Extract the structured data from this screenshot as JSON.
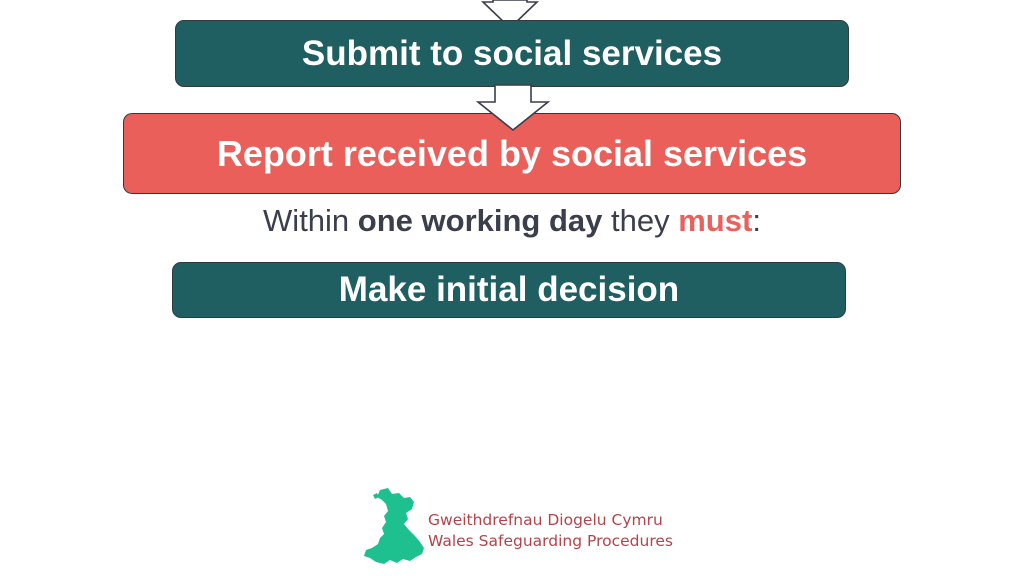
{
  "flow": {
    "steps": [
      {
        "label": "Submit to social services",
        "color": "#1f5f61"
      },
      {
        "label": "Report received by social services",
        "color": "#eb5f5a"
      },
      {
        "label": "Make initial decision",
        "color": "#1f5f61"
      }
    ],
    "note": {
      "prefix": "Within ",
      "emphasis": "one working day",
      "middle": " they ",
      "must": "must",
      "suffix": ":"
    }
  },
  "logo": {
    "line1": "Gweithdrefnau Diogelu Cymru",
    "line2": "Wales Safeguarding Procedures",
    "icon": "wales-map-icon",
    "color": "#1ec090"
  }
}
